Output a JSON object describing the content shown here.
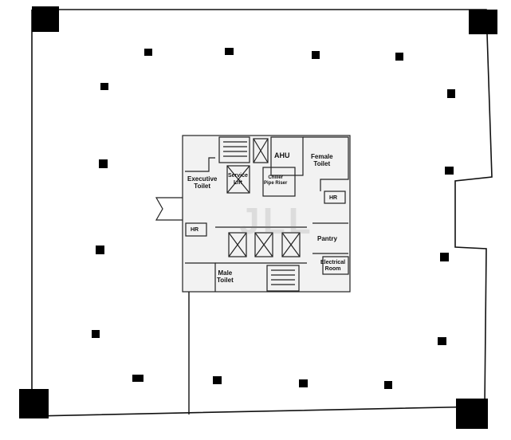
{
  "floor_plan": {
    "colors": {
      "line": "#111111",
      "column": "#000000",
      "watermark": "#9a9a9a"
    },
    "rooms": {
      "ahu": "AHU",
      "female_toilet_1": "Female",
      "female_toilet_2": "Toilet",
      "executive_toilet_1": "Executive",
      "executive_toilet_2": "Toilet",
      "service_lift_1": "Service",
      "service_lift_2": "Lift",
      "chiller_1": "Chiller",
      "chiller_2": "Pipe Riser",
      "hr_upper": "HR",
      "hr_lower": "HR",
      "pantry": "Pantry",
      "electrical_1": "Electrical",
      "electrical_2": "Room",
      "male_toilet_1": "Male",
      "male_toilet_2": "Toilet"
    },
    "watermark_logo": "JLL"
  }
}
